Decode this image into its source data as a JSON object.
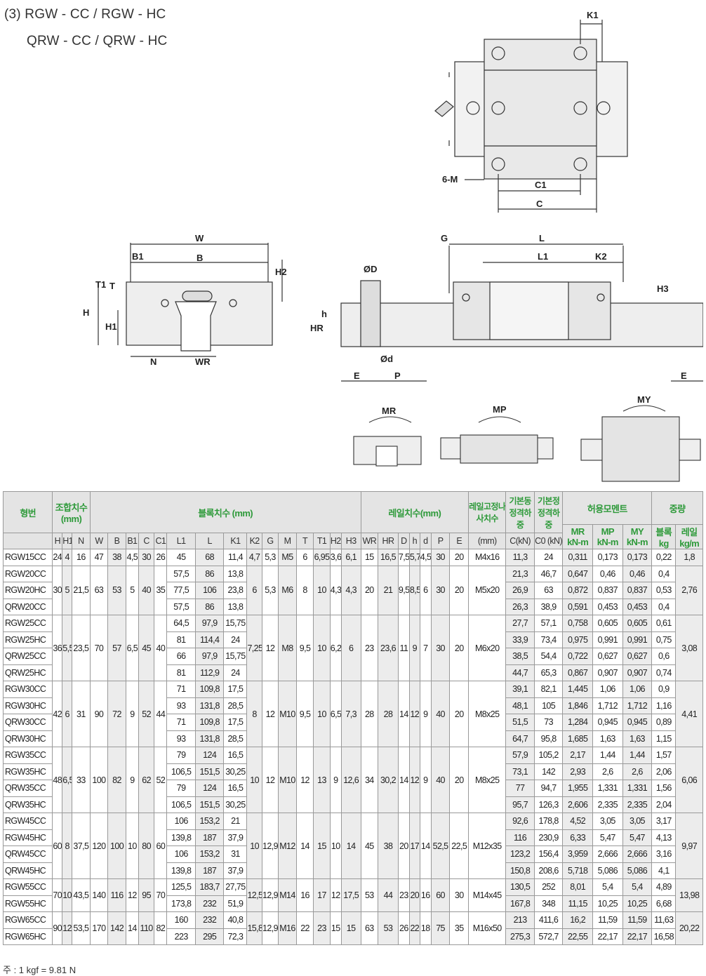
{
  "title_line1": "(3) RGW - CC / RGW - HC",
  "title_line2": "QRW - CC / QRW - HC",
  "diagram_labels": {
    "K1": "K1",
    "six_m": "6-M",
    "C1": "C1",
    "C": "C",
    "W": "W",
    "B1": "B1",
    "B": "B",
    "H2": "H2",
    "T1": "T1",
    "T": "T",
    "H": "H",
    "H1": "H1",
    "N": "N",
    "WR": "WR",
    "G": "G",
    "L": "L",
    "L1": "L1",
    "K2": "K2",
    "H3": "H3",
    "OD": "ØD",
    "h": "h",
    "HR": "HR",
    "od": "Ød",
    "E": "E",
    "P": "P",
    "MR": "MR",
    "MP": "MP",
    "MY": "MY"
  },
  "table": {
    "groups": {
      "model": "형번",
      "assembly": "조합치수",
      "assembly_unit": "(mm)",
      "block": "블록치수 (mm)",
      "rail": "레일치수(mm)",
      "bolt": "레일고정나사치수",
      "bolt_unit": "(mm)",
      "dyn": "기본동정격하중",
      "dyn_unit": "C(kN)",
      "stat": "기본정정격하중",
      "stat_unit": "C0 (kN)",
      "moment": "허용모멘트",
      "mr": "MR",
      "mp": "MP",
      "my": "MY",
      "knm": "kN-m",
      "weight": "중량",
      "block_w": "블록",
      "block_unit": "kg",
      "rail_w": "레일",
      "rail_unit": "kg/m"
    },
    "cols": [
      "H",
      "H1",
      "N",
      "W",
      "B",
      "B1",
      "C",
      "C1",
      "L1",
      "L",
      "K1",
      "K2",
      "G",
      "M",
      "T",
      "T1",
      "H2",
      "H3",
      "WR",
      "HR",
      "D",
      "h",
      "d",
      "P",
      "E"
    ],
    "groups_data": [
      {
        "common": [
          "24",
          "4",
          "16",
          "47",
          "38",
          "4,5",
          "30",
          "26"
        ],
        "k2": "4,7",
        "g": "5,3",
        "m": "M5",
        "t": "6",
        "t1": "6,95",
        "h2": "3,6",
        "h3": "6,1",
        "rail": [
          "15",
          "16,5",
          "7,5",
          "5,7",
          "4,5",
          "30",
          "20"
        ],
        "bolt": "M4x16",
        "rw": "1,8",
        "rows": [
          {
            "model": "RGW15CC",
            "L1": "45",
            "L": "68",
            "K1": "11,4",
            "C": "11,3",
            "C0": "24",
            "MR": "0,311",
            "MP": "0,173",
            "MY": "0,173",
            "kg": "0,22"
          }
        ]
      },
      {
        "common": [
          "30",
          "5",
          "21,5",
          "63",
          "53",
          "5",
          "40",
          "35"
        ],
        "k2": "6",
        "g": "5,3",
        "m": "M6",
        "t": "8",
        "t1": "10",
        "h2": "4,3",
        "h3": "4,3",
        "rail": [
          "20",
          "21",
          "9,5",
          "8,5",
          "6",
          "30",
          "20"
        ],
        "bolt": "M5x20",
        "rw": "2,76",
        "rows": [
          {
            "model": "RGW20CC",
            "L1": "57,5",
            "L": "86",
            "K1": "13,8",
            "C": "21,3",
            "C0": "46,7",
            "MR": "0,647",
            "MP": "0,46",
            "MY": "0,46",
            "kg": "0,4"
          },
          {
            "model": "RGW20HC",
            "L1": "77,5",
            "L": "106",
            "K1": "23,8",
            "C": "26,9",
            "C0": "63",
            "MR": "0,872",
            "MP": "0,837",
            "MY": "0,837",
            "kg": "0,53"
          },
          {
            "model": "QRW20CC",
            "L1": "57,5",
            "L": "86",
            "K1": "13,8",
            "C": "26,3",
            "C0": "38,9",
            "MR": "0,591",
            "MP": "0,453",
            "MY": "0,453",
            "kg": "0,4"
          }
        ]
      },
      {
        "common": [
          "36",
          "5,5",
          "23,5",
          "70",
          "57",
          "6,5",
          "45",
          "40"
        ],
        "k2": "7,25",
        "g": "12",
        "m": "M8",
        "t": "9,5",
        "t1": "10",
        "h2": "6,2",
        "h3": "6",
        "rail": [
          "23",
          "23,6",
          "11",
          "9",
          "7",
          "30",
          "20"
        ],
        "bolt": "M6x20",
        "rw": "3,08",
        "rows": [
          {
            "model": "RGW25CC",
            "L1": "64,5",
            "L": "97,9",
            "K1": "15,75",
            "C": "27,7",
            "C0": "57,1",
            "MR": "0,758",
            "MP": "0,605",
            "MY": "0,605",
            "kg": "0,61"
          },
          {
            "model": "RGW25HC",
            "L1": "81",
            "L": "114,4",
            "K1": "24",
            "C": "33,9",
            "C0": "73,4",
            "MR": "0,975",
            "MP": "0,991",
            "MY": "0,991",
            "kg": "0,75"
          },
          {
            "model": "QRW25CC",
            "L1": "66",
            "L": "97,9",
            "K1": "15,75",
            "C": "38,5",
            "C0": "54,4",
            "MR": "0,722",
            "MP": "0,627",
            "MY": "0,627",
            "kg": "0,6"
          },
          {
            "model": "QRW25HC",
            "L1": "81",
            "L": "112,9",
            "K1": "24",
            "C": "44,7",
            "C0": "65,3",
            "MR": "0,867",
            "MP": "0,907",
            "MY": "0,907",
            "kg": "0,74"
          }
        ]
      },
      {
        "common": [
          "42",
          "6",
          "31",
          "90",
          "72",
          "9",
          "52",
          "44"
        ],
        "k2": "8",
        "g": "12",
        "m": "M10",
        "t": "9,5",
        "t1": "10",
        "h2": "6,5",
        "h3": "7,3",
        "rail": [
          "28",
          "28",
          "14",
          "12",
          "9",
          "40",
          "20"
        ],
        "bolt": "M8x25",
        "rw": "4,41",
        "rows": [
          {
            "model": "RGW30CC",
            "L1": "71",
            "L": "109,8",
            "K1": "17,5",
            "C": "39,1",
            "C0": "82,1",
            "MR": "1,445",
            "MP": "1,06",
            "MY": "1,06",
            "kg": "0,9"
          },
          {
            "model": "RGW30HC",
            "L1": "93",
            "L": "131,8",
            "K1": "28,5",
            "C": "48,1",
            "C0": "105",
            "MR": "1,846",
            "MP": "1,712",
            "MY": "1,712",
            "kg": "1,16"
          },
          {
            "model": "QRW30CC",
            "L1": "71",
            "L": "109,8",
            "K1": "17,5",
            "C": "51,5",
            "C0": "73",
            "MR": "1,284",
            "MP": "0,945",
            "MY": "0,945",
            "kg": "0,89"
          },
          {
            "model": "QRW30HC",
            "L1": "93",
            "L": "131,8",
            "K1": "28,5",
            "C": "64,7",
            "C0": "95,8",
            "MR": "1,685",
            "MP": "1,63",
            "MY": "1,63",
            "kg": "1,15"
          }
        ]
      },
      {
        "common": [
          "48",
          "6,5",
          "33",
          "100",
          "82",
          "9",
          "62",
          "52"
        ],
        "k2": "10",
        "g": "12",
        "m": "M10",
        "t": "12",
        "t1": "13",
        "h2": "9",
        "h3": "12,6",
        "rail": [
          "34",
          "30,2",
          "14",
          "12",
          "9",
          "40",
          "20"
        ],
        "bolt": "M8x25",
        "rw": "6,06",
        "rows": [
          {
            "model": "RGW35CC",
            "L1": "79",
            "L": "124",
            "K1": "16,5",
            "C": "57,9",
            "C0": "105,2",
            "MR": "2,17",
            "MP": "1,44",
            "MY": "1,44",
            "kg": "1,57"
          },
          {
            "model": "RGW35HC",
            "L1": "106,5",
            "L": "151,5",
            "K1": "30,25",
            "C": "73,1",
            "C0": "142",
            "MR": "2,93",
            "MP": "2,6",
            "MY": "2,6",
            "kg": "2,06"
          },
          {
            "model": "QRW35CC",
            "L1": "79",
            "L": "124",
            "K1": "16,5",
            "C": "77",
            "C0": "94,7",
            "MR": "1,955",
            "MP": "1,331",
            "MY": "1,331",
            "kg": "1,56"
          },
          {
            "model": "QRW35HC",
            "L1": "106,5",
            "L": "151,5",
            "K1": "30,25",
            "C": "95,7",
            "C0": "126,3",
            "MR": "2,606",
            "MP": "2,335",
            "MY": "2,335",
            "kg": "2,04"
          }
        ]
      },
      {
        "common": [
          "60",
          "8",
          "37,5",
          "120",
          "100",
          "10",
          "80",
          "60"
        ],
        "k2": "10",
        "g": "12,9",
        "m": "M12",
        "t": "14",
        "t1": "15",
        "h2": "10",
        "h3": "14",
        "rail": [
          "45",
          "38",
          "20",
          "17",
          "14",
          "52,5",
          "22,5"
        ],
        "bolt": "M12x35",
        "rw": "9,97",
        "rows": [
          {
            "model": "RGW45CC",
            "L1": "106",
            "L": "153,2",
            "K1": "21",
            "C": "92,6",
            "C0": "178,8",
            "MR": "4,52",
            "MP": "3,05",
            "MY": "3,05",
            "kg": "3,17"
          },
          {
            "model": "RGW45HC",
            "L1": "139,8",
            "L": "187",
            "K1": "37,9",
            "C": "116",
            "C0": "230,9",
            "MR": "6,33",
            "MP": "5,47",
            "MY": "5,47",
            "kg": "4,13"
          },
          {
            "model": "QRW45CC",
            "L1": "106",
            "L": "153,2",
            "K1": "31",
            "C": "123,2",
            "C0": "156,4",
            "MR": "3,959",
            "MP": "2,666",
            "MY": "2,666",
            "kg": "3,16"
          },
          {
            "model": "QRW45HC",
            "L1": "139,8",
            "L": "187",
            "K1": "37,9",
            "C": "150,8",
            "C0": "208,6",
            "MR": "5,718",
            "MP": "5,086",
            "MY": "5,086",
            "kg": "4,1"
          }
        ]
      },
      {
        "common": [
          "70",
          "10",
          "43,5",
          "140",
          "116",
          "12",
          "95",
          "70"
        ],
        "k2": "12,5",
        "g": "12,9",
        "m": "M14",
        "t": "16",
        "t1": "17",
        "h2": "12",
        "h3": "17,5",
        "rail": [
          "53",
          "44",
          "23",
          "20",
          "16",
          "60",
          "30"
        ],
        "bolt": "M14x45",
        "rw": "13,98",
        "rows": [
          {
            "model": "RGW55CC",
            "L1": "125,5",
            "L": "183,7",
            "K1": "27,75",
            "C": "130,5",
            "C0": "252",
            "MR": "8,01",
            "MP": "5,4",
            "MY": "5,4",
            "kg": "4,89"
          },
          {
            "model": "RGW55HC",
            "L1": "173,8",
            "L": "232",
            "K1": "51,9",
            "C": "167,8",
            "C0": "348",
            "MR": "11,15",
            "MP": "10,25",
            "MY": "10,25",
            "kg": "6,68"
          }
        ]
      },
      {
        "common": [
          "90",
          "12",
          "53,5",
          "170",
          "142",
          "14",
          "110",
          "82"
        ],
        "k2": "15,8",
        "g": "12,9",
        "m": "M16",
        "t": "22",
        "t1": "23",
        "h2": "15",
        "h3": "15",
        "rail": [
          "63",
          "53",
          "26",
          "22",
          "18",
          "75",
          "35"
        ],
        "bolt": "M16x50",
        "rw": "20,22",
        "rows": [
          {
            "model": "RGW65CC",
            "L1": "160",
            "L": "232",
            "K1": "40,8",
            "C": "213",
            "C0": "411,6",
            "MR": "16,2",
            "MP": "11,59",
            "MY": "11,59",
            "kg": "11,63"
          },
          {
            "model": "RGW65HC",
            "L1": "223",
            "L": "295",
            "K1": "72,3",
            "C": "275,3",
            "C0": "572,7",
            "MR": "22,55",
            "MP": "22,17",
            "MY": "22,17",
            "kg": "16,58"
          }
        ]
      }
    ]
  },
  "note": "주 : 1 kgf = 9.81 N"
}
